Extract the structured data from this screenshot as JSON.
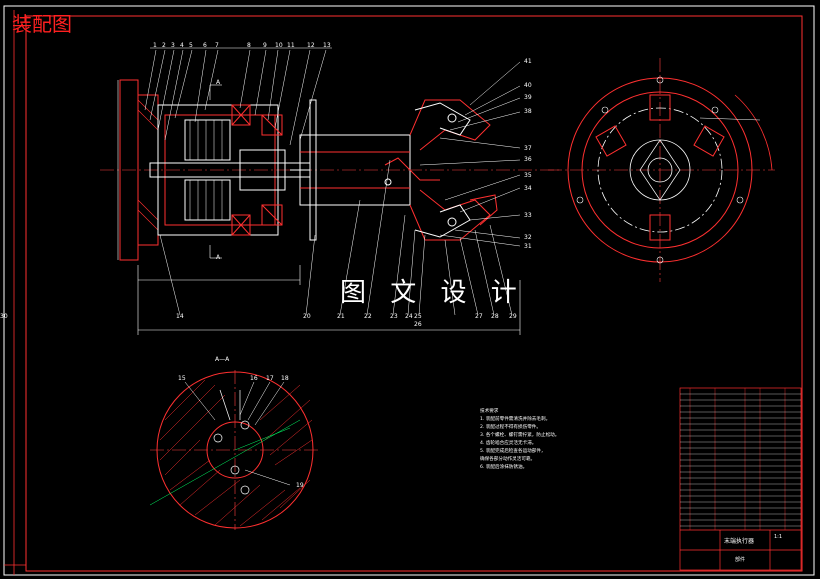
{
  "title": "装配图",
  "watermark": "图 文 设 计",
  "section_label": "A—A",
  "section_arrow_label": "A",
  "top_callouts": [
    "1",
    "2",
    "3",
    "4",
    "5",
    "6",
    "7",
    "8",
    "9",
    "10",
    "11",
    "12",
    "13"
  ],
  "right_callouts": [
    "41",
    "40",
    "39",
    "38",
    "37",
    "36",
    "35",
    "34",
    "33",
    "32",
    "31"
  ],
  "bottom_callouts": [
    "14",
    "20",
    "21",
    "22",
    "23",
    "24",
    "25",
    "26",
    "27",
    "28",
    "29",
    "30"
  ],
  "section_callouts": [
    "15",
    "16",
    "17",
    "18",
    "19"
  ],
  "notes": {
    "heading": "技术要求",
    "lines": [
      "1. 装配前零件需清洗并除去毛刺。",
      "2. 装配过程不得有损伤零件。",
      "3. 各个螺栓、螺钉需拧紧，防止松动。",
      "4. 齿轮啮合应灵活无卡滞。",
      "5. 装配完成后检查各运动部件，",
      "   确保各部分动作灵活可靠。",
      "6. 装配后涂抹防锈油。"
    ]
  },
  "title_block": {
    "drawing_name": "末端执行器",
    "category": "部件",
    "scale_label": "1:1"
  }
}
